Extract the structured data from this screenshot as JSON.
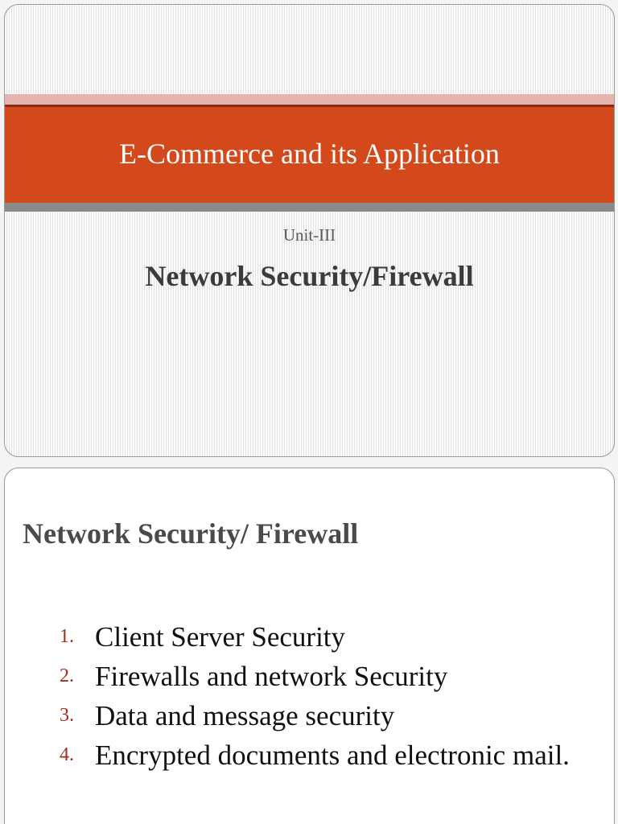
{
  "slide1": {
    "title": "E-Commerce and its Application",
    "subtitle": "Unit-III",
    "heading": "Network Security/Firewall",
    "colors": {
      "title_band": "#d4491c",
      "top_band": "#e5b4ae",
      "grey_band": "#8b8a8a"
    }
  },
  "slide2": {
    "heading": "Network Security/ Firewall",
    "items": [
      {
        "num": "1.",
        "text": "Client Server Security"
      },
      {
        "num": "2.",
        "text": "Firewalls and network Security"
      },
      {
        "num": "3.",
        "text": "Data and message security"
      },
      {
        "num": "4.",
        "text": "Encrypted documents and electronic mail."
      }
    ],
    "colors": {
      "number": "#a52b1a"
    }
  }
}
